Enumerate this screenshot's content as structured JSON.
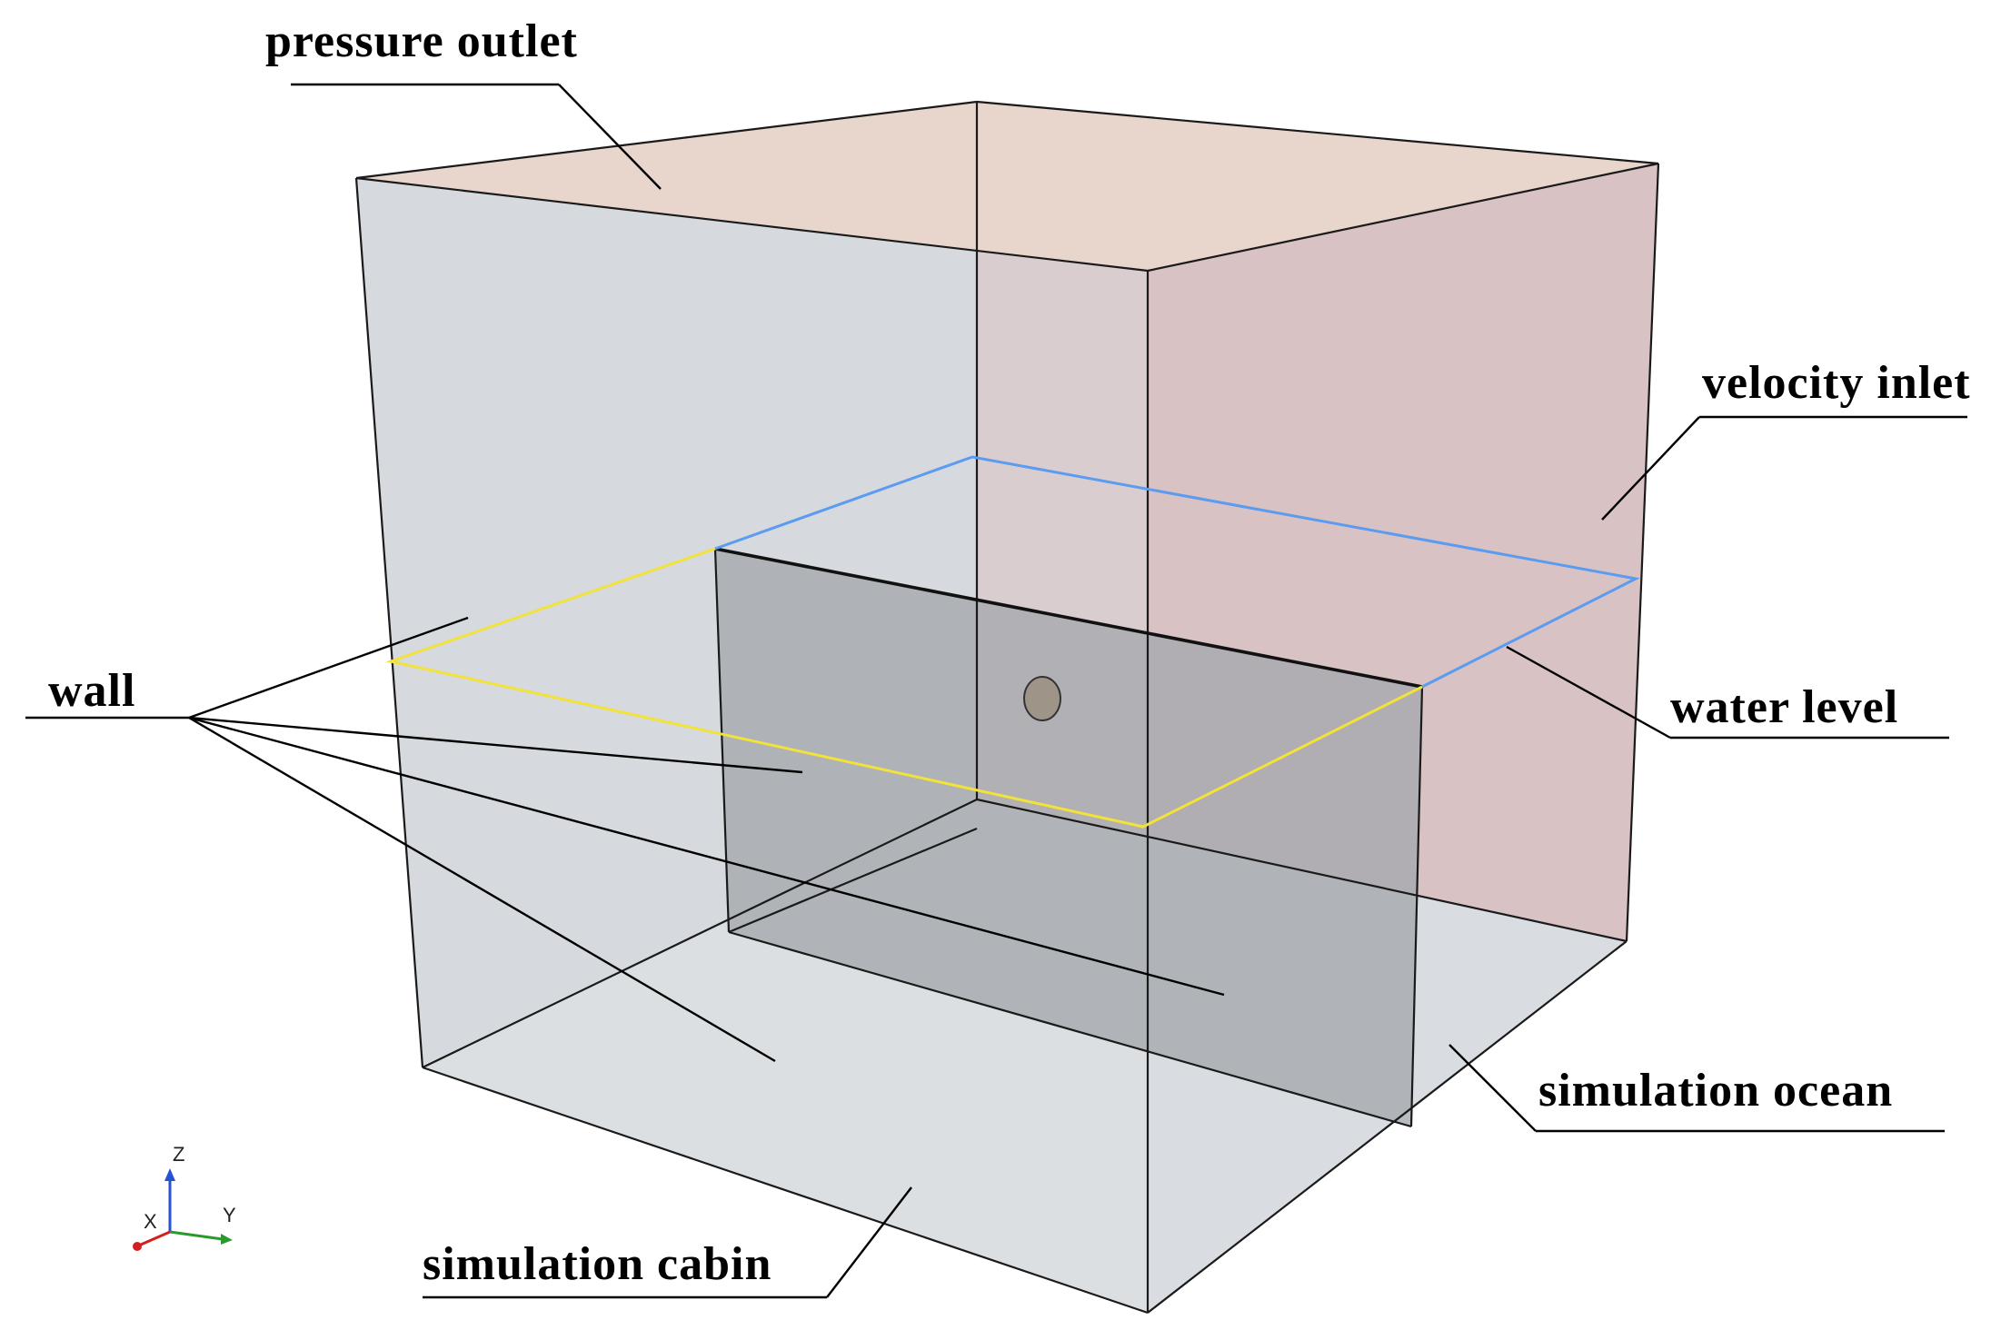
{
  "labels": {
    "pressure_outlet": "pressure outlet",
    "velocity_inlet": "velocity inlet",
    "wall": "wall",
    "water_level": "water level",
    "simulation_ocean": "simulation ocean",
    "simulation_cabin": "simulation cabin"
  },
  "axes": {
    "x": "X",
    "y": "Y",
    "z": "Z"
  },
  "colors": {
    "top_face": "#e8d6cc",
    "back_right_face": "#d8c2c4",
    "left_face": "#cfd3d8",
    "bottom_face": "#d9dde1",
    "divider_wall": "#a4a8ad",
    "water_level_cabin": "#f2e23a",
    "water_level_ocean": "#5b9bf0",
    "porthole": "#9e9488",
    "axis_x": "#d22020",
    "axis_y": "#2a9a2a",
    "axis_z": "#2452d0"
  }
}
